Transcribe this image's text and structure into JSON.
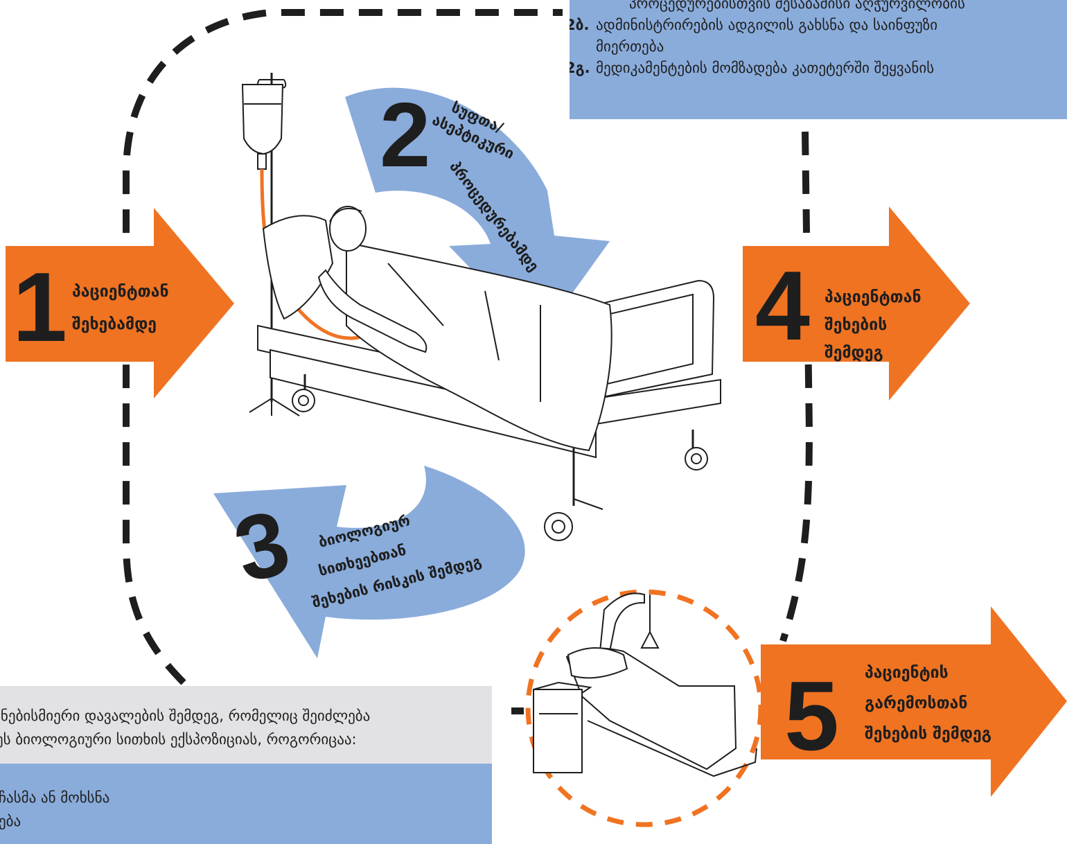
{
  "moments": [
    {
      "number": "1",
      "lines": [
        "პაციენტთან",
        "შეხებამდე"
      ],
      "color": "#f07322"
    },
    {
      "number": "2",
      "lines": [
        "სუფთა/",
        "ასეპტიკური",
        "პროცედურებამდე"
      ],
      "color": "#8aacdb"
    },
    {
      "number": "3",
      "lines": [
        "ბიოლოგიურ",
        "სითხეებთან",
        "შეხების რისკის შემდეგ"
      ],
      "color": "#8aacdb"
    },
    {
      "number": "4",
      "lines": [
        "პაციენტთან",
        "შეხების",
        "შემდეგ"
      ],
      "color": "#f07322"
    },
    {
      "number": "5",
      "lines": [
        "პაციენტის",
        "გარემოსთან",
        "შეხების შემდეგ"
      ],
      "color": "#f07322"
    }
  ],
  "top_box": {
    "lines": [
      {
        "code": "",
        "text": "პროცედურებისთვის შესაბამისი აღჭურვილობის"
      },
      {
        "code": "2ბ.",
        "text": "ადმინისტრირების ადგილის  გახსნა და საინფუზი"
      },
      {
        "code": "",
        "text": "მიერთება"
      },
      {
        "code": "2გ.",
        "text": "მედიკამენტების მომზადება კათეტერში შეყვანის"
      }
    ]
  },
  "bottom_grey": {
    "line1": ". -ნებისმიერი დავალების შემდეგ, რომელიც შეიძლება",
    "line2": "ეს ბიოლოგიური სითხის ექსპოზიციას, როგორიცაა:"
  },
  "bottom_blue": {
    "line1": "ჩასმა ან მოხსნა",
    "line2": "ება"
  },
  "colors": {
    "orange": "#f07322",
    "blue": "#8aacdb",
    "dark": "#1e1e1e",
    "grey": "#e2e2e4"
  }
}
